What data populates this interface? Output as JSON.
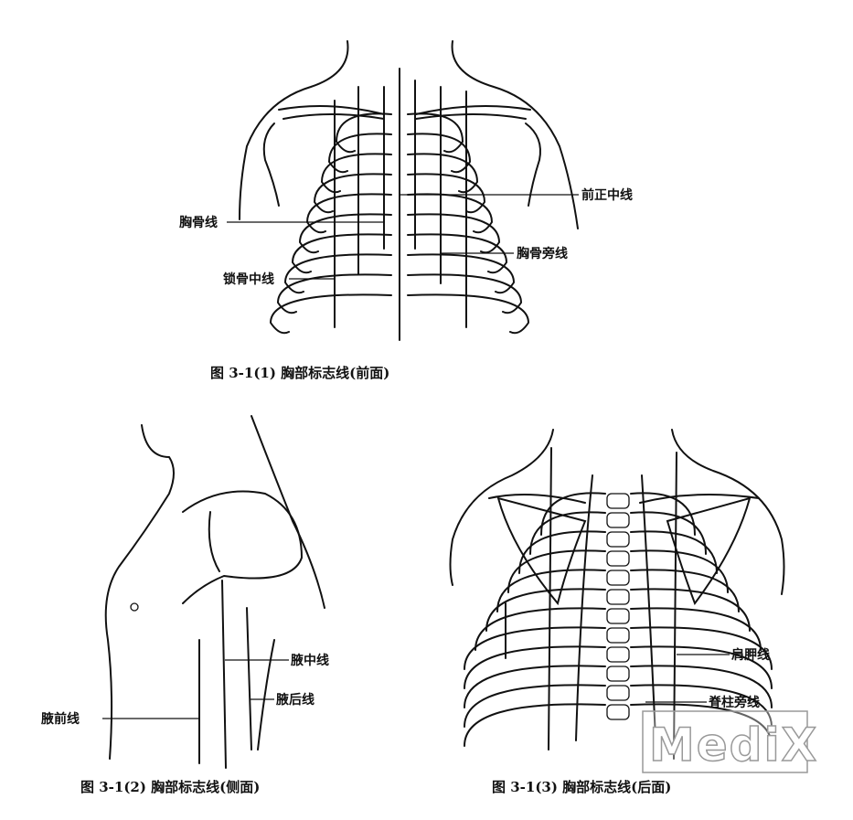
{
  "front": {
    "caption": "图 3-1(1)   胸部标志线(前面)",
    "labels": {
      "anterior_midline": "前正中线",
      "sternal_line": "胸骨线",
      "parasternal_line": "胸骨旁线",
      "midclavicular_line": "锁骨中线"
    }
  },
  "side": {
    "caption": "图 3-1(2)   胸部标志线(侧面)",
    "labels": {
      "midaxillary_line": "腋中线",
      "posterior_axillary_line": "腋后线",
      "anterior_axillary_line": "腋前线"
    }
  },
  "back": {
    "caption": "图 3-1(3)   胸部标志线(后面)",
    "labels": {
      "scapular_line": "肩胛线",
      "paravertebral_line": "脊柱旁线"
    }
  },
  "watermark": "MediX"
}
